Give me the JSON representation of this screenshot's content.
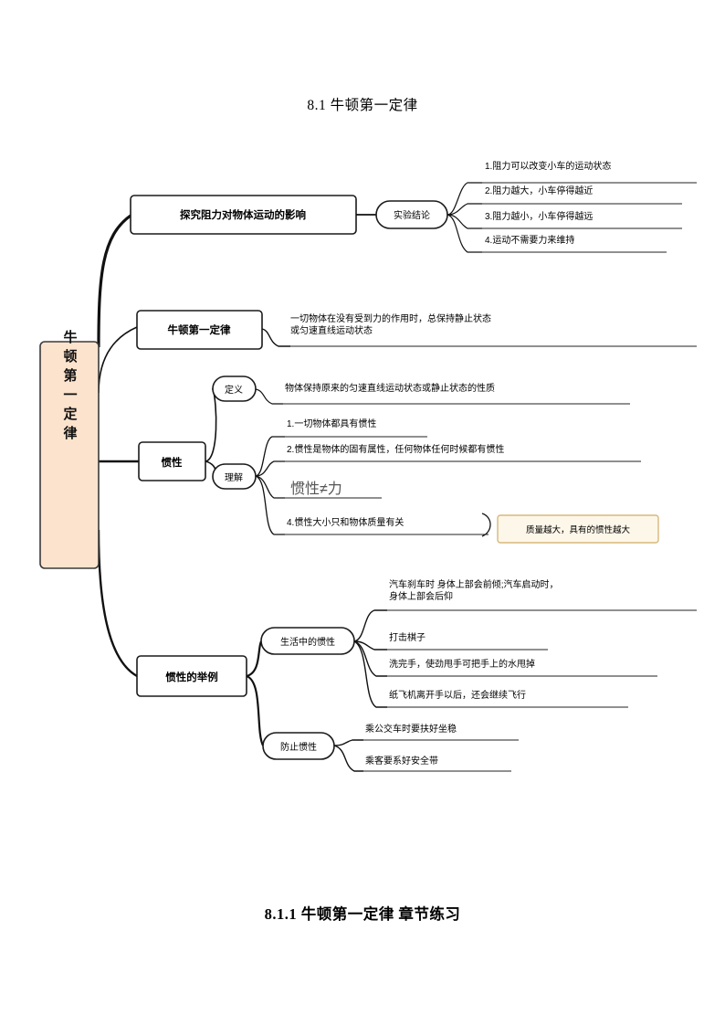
{
  "document": {
    "title": "8.1 牛顿第一定律",
    "footer": "8.1.1 牛顿第一定律 章节练习"
  },
  "colors": {
    "root_fill": "#FBE3CD",
    "root_stroke": "#3a3a3a",
    "node_fill": "#ffffff",
    "node_stroke": "#1a1a1a",
    "callout_fill": "#FDF7E9",
    "callout_stroke": "#D9B87C",
    "edge": "#111111",
    "emphasis_text": "#555555"
  },
  "mindmap": {
    "root": {
      "label": "牛顿第一定律",
      "orientation": "vertical"
    },
    "branches": [
      {
        "id": "branch-experiment",
        "label": "探究阻力对物体运动的影响",
        "shape": "rect",
        "children": [
          {
            "id": "node-experiment-conclusion",
            "label": "实验结论",
            "shape": "pill",
            "leaves": [
              "1.阻力可以改变小车的运动状态",
              "2.阻力越大，小车停得越近",
              "3.阻力越小，小车停得越远",
              "4.运动不需要力来维持"
            ]
          }
        ]
      },
      {
        "id": "branch-first-law",
        "label": "牛顿第一定律",
        "shape": "rect",
        "leaves": [
          "一切物体在没有受到力的作用时，总保持静止状态或匀速直线运动状态"
        ]
      },
      {
        "id": "branch-inertia",
        "label": "惯性",
        "shape": "rect",
        "children": [
          {
            "id": "node-definition",
            "label": "定义",
            "shape": "pill",
            "leaves": [
              "物体保持原来的匀速直线运动状态或静止状态的性质"
            ]
          },
          {
            "id": "node-understanding",
            "label": "理解",
            "shape": "pill",
            "leaves": [
              "1.一切物体都具有惯性",
              "2.惯性是物体的固有属性，任何物体任何时候都有惯性",
              "惯性≠力",
              "4.惯性大小只和物体质量有关"
            ],
            "callout": "质量越大，具有的惯性越大"
          }
        ]
      },
      {
        "id": "branch-examples",
        "label": "惯性的举例",
        "shape": "rect",
        "children": [
          {
            "id": "node-daily-inertia",
            "label": "生活中的惯性",
            "shape": "pill",
            "leaves": [
              "汽车刹车时 身体上部会前倾;汽车启动时，身体上部会后仰",
              "打击棋子",
              "洗完手，使劲甩手可把手上的水甩掉",
              "纸飞机离开手以后，还会继续飞行"
            ]
          },
          {
            "id": "node-prevent-inertia",
            "label": "防止惯性",
            "shape": "pill",
            "leaves": [
              "乘公交车时要扶好坐稳",
              "乘客要系好安全带"
            ]
          }
        ]
      }
    ]
  }
}
